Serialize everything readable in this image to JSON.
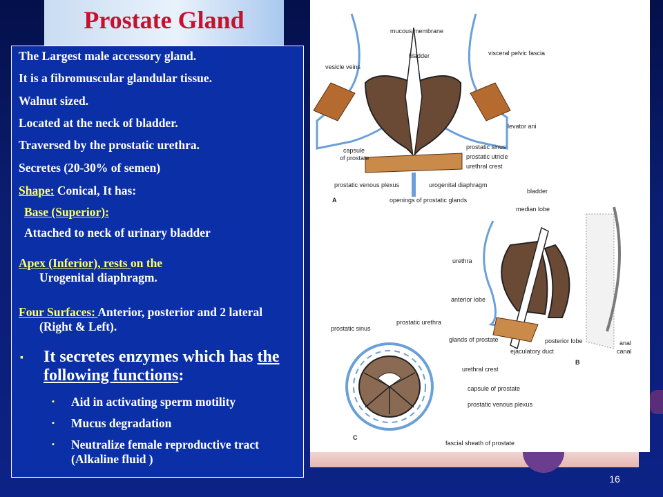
{
  "slide": {
    "title": "Prostate Gland",
    "number": "16"
  },
  "text": {
    "l1": "The Largest male accessory gland.",
    "l2": "It is a fibromuscular glandular tissue.",
    "l3": "Walnut sized.",
    "l4": "Located at the neck of bladder.",
    "l5": "Traversed by the prostatic urethra.",
    "l6": "Secretes (20-30% of semen)",
    "shape_label": "Shape:",
    "shape_rest": " Conical,  It has:",
    "base_label": "Base  (Superior):",
    "base_desc": "Attached to neck of urinary bladder",
    "apex_label": "Apex  (Inferior),  rests ",
    "apex_on": "on  the",
    "apex_rest": "Urogenital diaphragm",
    "apex_dot": ".",
    "surfaces_label": "Four Surfaces: ",
    "surfaces_rest": "Anterior, posterior and 2 lateral (Right & Left).",
    "enzyme_a": "It secretes enzymes which has ",
    "enzyme_b": "the following functions",
    "enzyme_c": ":",
    "f1": "Aid in activating sperm motility",
    "f2": "Mucus degradation",
    "f3": "Neutralize female reproductive tract (Alkaline fluid )"
  },
  "diagram_labels": {
    "mucous_membrane": "mucous membrane",
    "bladder_a": "bladder",
    "visceral_pelvic_fascia": "visceral pelvic fascia",
    "vesicle_veins": "vesicle veins",
    "levator_ani": "levator ani",
    "capsule_a": "capsule",
    "of_prostate": "of prostate",
    "prostatic_sinus_a": "prostatic sinus",
    "prostatic_utricle": "prostatic utricle",
    "urethral_crest_a": "urethral crest",
    "prostatic_venous_plexus_a": "prostatic venous plexus",
    "urogenital_diaphragm": "urogenital diaphragm",
    "openings": "openings of prostatic glands",
    "fig_a": "A",
    "bladder_b": "bladder",
    "median_lobe": "median lobe",
    "urethra": "urethra",
    "anterior_lobe": "anterior lobe",
    "posterior_lobe": "posterior lobe",
    "ejaculatory_duct": "ejaculatory duct",
    "anal": "anal",
    "canal": "canal",
    "fig_b": "B",
    "prostatic_sinus_c": "prostatic sinus",
    "prostatic_urethra": "prostatic urethra",
    "glands_of_prostate": "glands of prostate",
    "urethral_crest_c": "urethral crest",
    "capsule_of_prostate": "capsule of prostate",
    "prostatic_venous_plexus_c": "prostatic venous plexus",
    "fascial_sheath": "fascial sheath of prostate",
    "fig_c": "C"
  },
  "colors": {
    "title": "#c8102e",
    "panel": "#0b2fa6",
    "highlight": "#ffff66"
  }
}
